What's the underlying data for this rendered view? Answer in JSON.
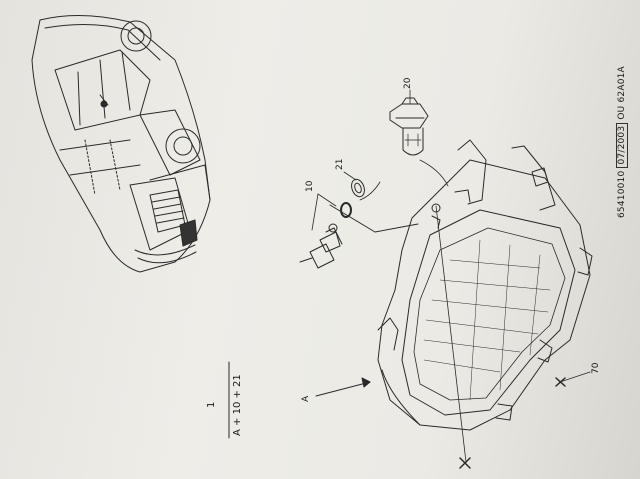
{
  "diagram": {
    "callouts": {
      "part_10": "10",
      "part_21": "21",
      "part_20": "20",
      "part_70": "70",
      "assembly_A": "A"
    },
    "formula": {
      "top": "1",
      "bottom": "A + 10 + 21"
    },
    "footer": {
      "ref": "65410010",
      "date": "07/2003",
      "sep": "OU",
      "code": "62A01A"
    }
  }
}
